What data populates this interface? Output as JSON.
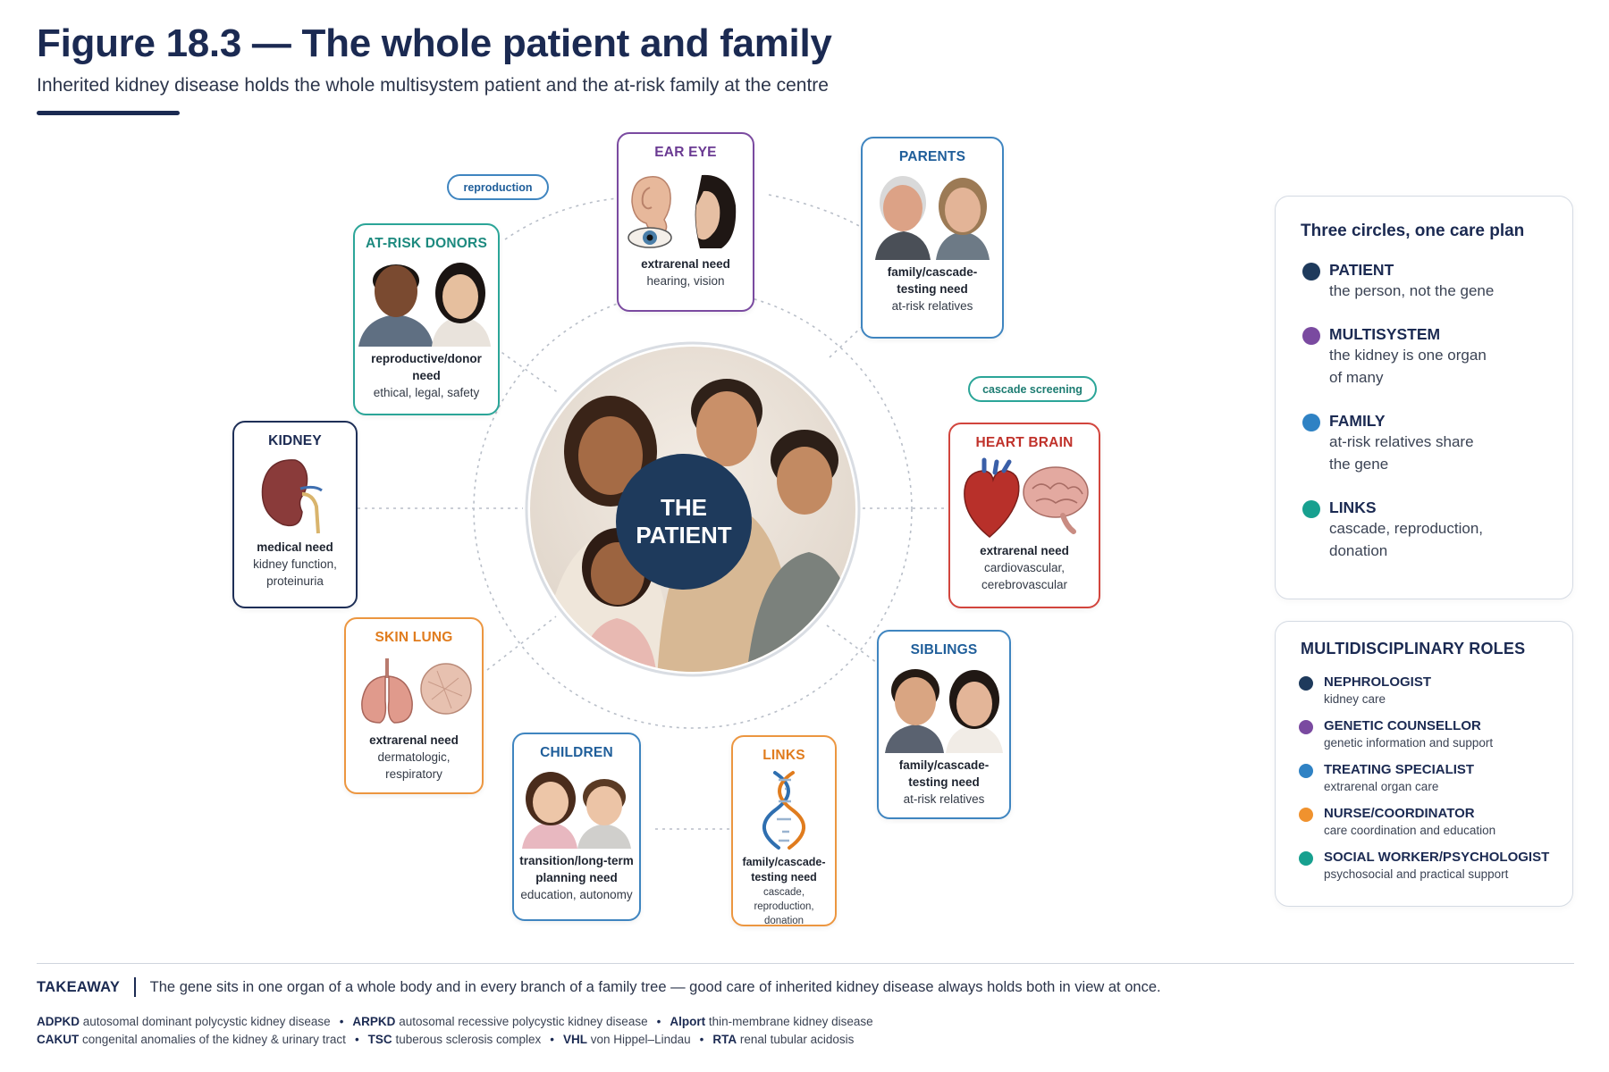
{
  "title": "Figure 18.3 — The whole patient and family",
  "subtitle": "Inherited kidney disease holds the whole multisystem patient and the at-risk family at the centre",
  "center": {
    "line1": "THE",
    "line2": "PATIENT"
  },
  "nodes": {
    "ear_eye": {
      "title": "EAR EYE",
      "need": "extrarenal need",
      "detail": "hearing, vision"
    },
    "parents": {
      "title": "PARENTS",
      "need": "family/cascade-testing need",
      "detail": "at-risk relatives"
    },
    "donors": {
      "title": "AT-RISK DONORS",
      "need": "reproductive/donor need",
      "detail": "ethical, legal, safety"
    },
    "kidney": {
      "title": "KIDNEY",
      "need": "medical need",
      "detail1": "kidney function,",
      "detail2": "proteinuria"
    },
    "heart_brain": {
      "title": "HEART BRAIN",
      "need": "extrarenal need",
      "detail1": "cardiovascular,",
      "detail2": "cerebrovascular"
    },
    "skin_lung": {
      "title": "SKIN LUNG",
      "need": "extrarenal need",
      "detail1": "dermatologic,",
      "detail2": "respiratory"
    },
    "siblings": {
      "title": "SIBLINGS",
      "need": "family/cascade-testing need",
      "detail": "at-risk relatives"
    },
    "children": {
      "title": "CHILDREN",
      "need": "transition/long-term planning need",
      "detail": "education, autonomy"
    },
    "links": {
      "title": "LINKS",
      "need": "family/cascade-testing need",
      "detail": "cascade, reproduction, donation"
    }
  },
  "pills": {
    "reproduction": "reproduction",
    "cascade": "cascade screening"
  },
  "legend": {
    "title": "Three circles, one care plan",
    "items": [
      {
        "key": "PATIENT",
        "line1": "the person, not the gene",
        "line2": "",
        "color": "#1e3a5c"
      },
      {
        "key": "MULTISYSTEM",
        "line1": "the kidney is one organ",
        "line2": "of many",
        "color": "#7a4aa0"
      },
      {
        "key": "FAMILY",
        "line1": "at-risk relatives share",
        "line2": "the gene",
        "color": "#2f82c4"
      },
      {
        "key": "LINKS",
        "line1": "cascade, reproduction,",
        "line2": "donation",
        "color": "#17a08f"
      }
    ]
  },
  "roles": {
    "title": "MULTIDISCIPLINARY ROLES",
    "items": [
      {
        "key": "NEPHROLOGIST",
        "desc": "kidney care",
        "color": "#1e3a5c"
      },
      {
        "key": "GENETIC COUNSELLOR",
        "desc": "genetic information and support",
        "color": "#7a4aa0"
      },
      {
        "key": "TREATING SPECIALIST",
        "desc": "extrarenal organ care",
        "color": "#2f82c4"
      },
      {
        "key": "NURSE/COORDINATOR",
        "desc": "care coordination and education",
        "color": "#f0922e"
      },
      {
        "key": "SOCIAL WORKER/PSYCHOLOGIST",
        "desc": "psychosocial and practical support",
        "color": "#17a08f"
      }
    ]
  },
  "takeaway": {
    "label": "TAKEAWAY",
    "text": "The gene sits in one organ of a whole body and in every branch of a family tree — good care of inherited kidney disease always holds both in view at once."
  },
  "abbreviations": {
    "row1": [
      {
        "abbr": "ADPKD",
        "full": "autosomal dominant polycystic kidney disease"
      },
      {
        "abbr": "ARPKD",
        "full": "autosomal recessive polycystic kidney disease"
      },
      {
        "abbr": "Alport",
        "full": "thin-membrane kidney disease"
      }
    ],
    "row2": [
      {
        "abbr": "CAKUT",
        "full": "congenital anomalies of the kidney & urinary tract"
      },
      {
        "abbr": "TSC",
        "full": "tuberous sclerosis complex"
      },
      {
        "abbr": "VHL",
        "full": "von Hippel–Lindau"
      },
      {
        "abbr": "RTA",
        "full": "renal tubular acidosis"
      }
    ]
  }
}
